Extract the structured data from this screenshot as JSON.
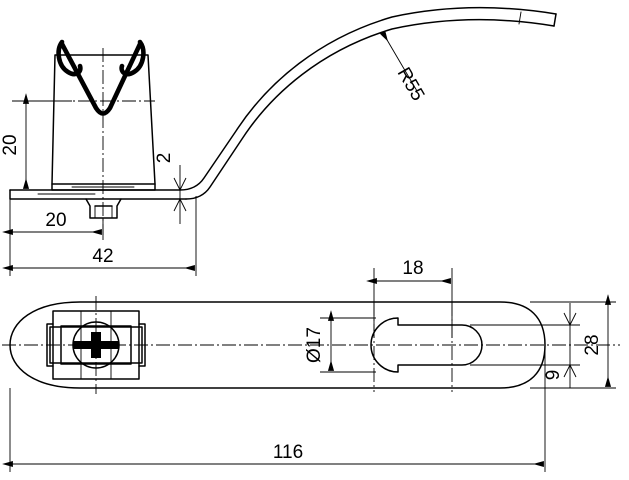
{
  "drawing": {
    "type": "technical-dimensioned-drawing",
    "title": "Roof conductor holder bracket",
    "background_color": "#ffffff",
    "line_color": "#000000",
    "units": "mm",
    "views": [
      {
        "name": "side-elevation-view",
        "position": "top"
      },
      {
        "name": "plan-bottom-view",
        "position": "bottom"
      }
    ]
  },
  "dimensions": {
    "side_view": [
      {
        "id": "height-20",
        "label": "20",
        "orientation": "vertical",
        "rotated_deg": -90
      },
      {
        "id": "thickness-2",
        "label": "2",
        "orientation": "vertical",
        "rotated_deg": -90
      },
      {
        "id": "offset-20",
        "label": "20",
        "orientation": "horizontal",
        "rotated_deg": 0
      },
      {
        "id": "width-42",
        "label": "42",
        "orientation": "horizontal",
        "rotated_deg": 0
      },
      {
        "id": "radius-r55",
        "label": "R55",
        "orientation": "leader",
        "rotated_deg": 60
      }
    ],
    "plan_view": [
      {
        "id": "slot-offset-18",
        "label": "18",
        "orientation": "horizontal",
        "rotated_deg": 0
      },
      {
        "id": "hole-diameter-17",
        "label": "Ø17",
        "orientation": "vertical",
        "rotated_deg": -90
      },
      {
        "id": "slot-width-9",
        "label": "9",
        "orientation": "vertical",
        "rotated_deg": -90
      },
      {
        "id": "plate-width-28",
        "label": "28",
        "orientation": "vertical",
        "rotated_deg": -90
      },
      {
        "id": "plate-length-116",
        "label": "116",
        "orientation": "horizontal",
        "rotated_deg": 0
      }
    ]
  },
  "features": {
    "clip_body": "tapered-spring-clip-housing",
    "spring_wire": "v-shaped-hooked-spring-wire",
    "fastener": "cross-slot-screw-head",
    "base_plate": "flat-strip-with-rounded-ends",
    "bent_arm": "curved-conductor-arm",
    "keyhole_slot": "round-hole-with-elongated-slot"
  }
}
